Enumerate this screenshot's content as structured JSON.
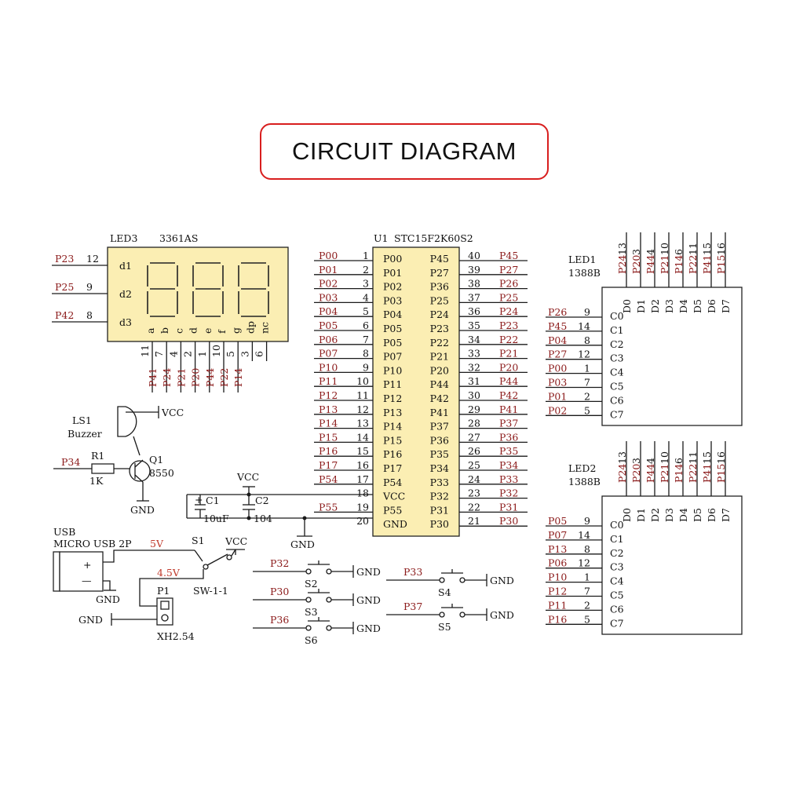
{
  "title": "CIRCUIT DIAGRAM",
  "mcu": {
    "ref": "U1",
    "part": "STC15F2K60S2",
    "left_pins": [
      {
        "pin": "1",
        "name": "P00",
        "net": "P00"
      },
      {
        "pin": "2",
        "name": "P01",
        "net": "P01"
      },
      {
        "pin": "3",
        "name": "P02",
        "net": "P02"
      },
      {
        "pin": "4",
        "name": "P03",
        "net": "P03"
      },
      {
        "pin": "5",
        "name": "P04",
        "net": "P04"
      },
      {
        "pin": "6",
        "name": "P05",
        "net": "P05"
      },
      {
        "pin": "7",
        "name": "P05",
        "net": "P06"
      },
      {
        "pin": "8",
        "name": "P07",
        "net": "P07"
      },
      {
        "pin": "9",
        "name": "P10",
        "net": "P10"
      },
      {
        "pin": "10",
        "name": "P11",
        "net": "P11"
      },
      {
        "pin": "11",
        "name": "P12",
        "net": "P12"
      },
      {
        "pin": "12",
        "name": "P13",
        "net": "P13"
      },
      {
        "pin": "13",
        "name": "P14",
        "net": "P14"
      },
      {
        "pin": "14",
        "name": "P15",
        "net": "P15"
      },
      {
        "pin": "15",
        "name": "P16",
        "net": "P16"
      },
      {
        "pin": "16",
        "name": "P17",
        "net": "P17"
      },
      {
        "pin": "17",
        "name": "P54",
        "net": "P54"
      },
      {
        "pin": "18",
        "name": "VCC",
        "net": ""
      },
      {
        "pin": "19",
        "name": "P55",
        "net": "P55"
      },
      {
        "pin": "20",
        "name": "GND",
        "net": ""
      }
    ],
    "right_pins": [
      {
        "pin": "40",
        "name": "P45",
        "net": "P45"
      },
      {
        "pin": "39",
        "name": "P27",
        "net": "P27"
      },
      {
        "pin": "38",
        "name": "P36",
        "net": "P26"
      },
      {
        "pin": "37",
        "name": "P25",
        "net": "P25"
      },
      {
        "pin": "36",
        "name": "P24",
        "net": "P24"
      },
      {
        "pin": "35",
        "name": "P23",
        "net": "P23"
      },
      {
        "pin": "34",
        "name": "P22",
        "net": "P22"
      },
      {
        "pin": "33",
        "name": "P21",
        "net": "P21"
      },
      {
        "pin": "32",
        "name": "P20",
        "net": "P20"
      },
      {
        "pin": "31",
        "name": "P44",
        "net": "P44"
      },
      {
        "pin": "30",
        "name": "P42",
        "net": "P42"
      },
      {
        "pin": "29",
        "name": "P41",
        "net": "P41"
      },
      {
        "pin": "28",
        "name": "P37",
        "net": "P37"
      },
      {
        "pin": "27",
        "name": "P36",
        "net": "P36"
      },
      {
        "pin": "26",
        "name": "P35",
        "net": "P35"
      },
      {
        "pin": "25",
        "name": "P34",
        "net": "P34"
      },
      {
        "pin": "24",
        "name": "P33",
        "net": "P33"
      },
      {
        "pin": "23",
        "name": "P32",
        "net": "P32"
      },
      {
        "pin": "22",
        "name": "P31",
        "net": "P31"
      },
      {
        "pin": "21",
        "name": "P30",
        "net": "P30"
      }
    ]
  },
  "led3": {
    "ref": "LED3",
    "part": "3361AS",
    "digits": [
      {
        "net": "P23",
        "pin": "12",
        "label": "d1"
      },
      {
        "net": "P25",
        "pin": "9",
        "label": "d2"
      },
      {
        "net": "P42",
        "pin": "8",
        "label": "d3"
      }
    ],
    "segments": [
      {
        "label": "a",
        "pin": "11",
        "net": "P41"
      },
      {
        "label": "b",
        "pin": "7",
        "net": "P24"
      },
      {
        "label": "c",
        "pin": "4",
        "net": "P21"
      },
      {
        "label": "d",
        "pin": "2",
        "net": "P20"
      },
      {
        "label": "e",
        "pin": "1",
        "net": "P44"
      },
      {
        "label": "f",
        "pin": "10",
        "net": "P22"
      },
      {
        "label": "g",
        "pin": "5",
        "net": "P14"
      },
      {
        "label": "dp",
        "pin": "3",
        "net": ""
      },
      {
        "label": "nc",
        "pin": "6",
        "net": ""
      }
    ]
  },
  "matrix_cols": [
    {
      "label": "D0",
      "pin": "13",
      "net": "P24"
    },
    {
      "label": "D1",
      "pin": "3",
      "net": "P20"
    },
    {
      "label": "D2",
      "pin": "4",
      "net": "P44"
    },
    {
      "label": "D3",
      "pin": "10",
      "net": "P21"
    },
    {
      "label": "D4",
      "pin": "6",
      "net": "P14"
    },
    {
      "label": "D5",
      "pin": "11",
      "net": "P22"
    },
    {
      "label": "D6",
      "pin": "15",
      "net": "P41"
    },
    {
      "label": "D7",
      "pin": "16",
      "net": "P15"
    }
  ],
  "led1": {
    "ref": "LED1",
    "part": "1388B",
    "rows": [
      {
        "label": "C0",
        "pin": "9",
        "net": "P26"
      },
      {
        "label": "C1",
        "pin": "14",
        "net": "P45"
      },
      {
        "label": "C2",
        "pin": "8",
        "net": "P04"
      },
      {
        "label": "C3",
        "pin": "12",
        "net": "P27"
      },
      {
        "label": "C4",
        "pin": "1",
        "net": "P00"
      },
      {
        "label": "C5",
        "pin": "7",
        "net": "P03"
      },
      {
        "label": "C6",
        "pin": "2",
        "net": "P01"
      },
      {
        "label": "C7",
        "pin": "5",
        "net": "P02"
      }
    ]
  },
  "led2": {
    "ref": "LED2",
    "part": "1388B",
    "rows": [
      {
        "label": "C0",
        "pin": "9",
        "net": "P05"
      },
      {
        "label": "C1",
        "pin": "14",
        "net": "P07"
      },
      {
        "label": "C2",
        "pin": "8",
        "net": "P13"
      },
      {
        "label": "C3",
        "pin": "12",
        "net": "P06"
      },
      {
        "label": "C4",
        "pin": "1",
        "net": "P10"
      },
      {
        "label": "C5",
        "pin": "7",
        "net": "P12"
      },
      {
        "label": "C6",
        "pin": "2",
        "net": "P11"
      },
      {
        "label": "C7",
        "pin": "5",
        "net": "P16"
      }
    ]
  },
  "buzzer": {
    "ref": "LS1",
    "name": "Buzzer",
    "vcc": "VCC"
  },
  "transistor": {
    "ref": "Q1",
    "part": "8550",
    "gnd": "GND"
  },
  "resistor": {
    "ref": "R1",
    "value": "1K",
    "net": "P34"
  },
  "caps": {
    "c1_ref": "C1",
    "c1_value": "10uF",
    "c2_ref": "C2",
    "c2_value": "104",
    "vcc": "VCC",
    "gnd": "GND",
    "plus": "+"
  },
  "usb": {
    "line1": "USB",
    "line2": "MICRO USB 2P",
    "v5": "5V",
    "plus": "+",
    "minus": "—",
    "gnd": "GND"
  },
  "switch": {
    "ref": "S1",
    "vcc": "VCC",
    "v45": "4.5V",
    "name": "SW-1-1"
  },
  "header": {
    "ref": "P1",
    "name": "XH2.54",
    "gnd": "GND"
  },
  "buttons": [
    {
      "net": "P32",
      "ref": "S2",
      "gnd": "GND"
    },
    {
      "net": "P30",
      "ref": "S3",
      "gnd": "GND"
    },
    {
      "net": "P36",
      "ref": "S6",
      "gnd": "GND"
    },
    {
      "net": "P33",
      "ref": "S4",
      "gnd": "GND"
    },
    {
      "net": "P37",
      "ref": "S5",
      "gnd": "GND"
    }
  ]
}
